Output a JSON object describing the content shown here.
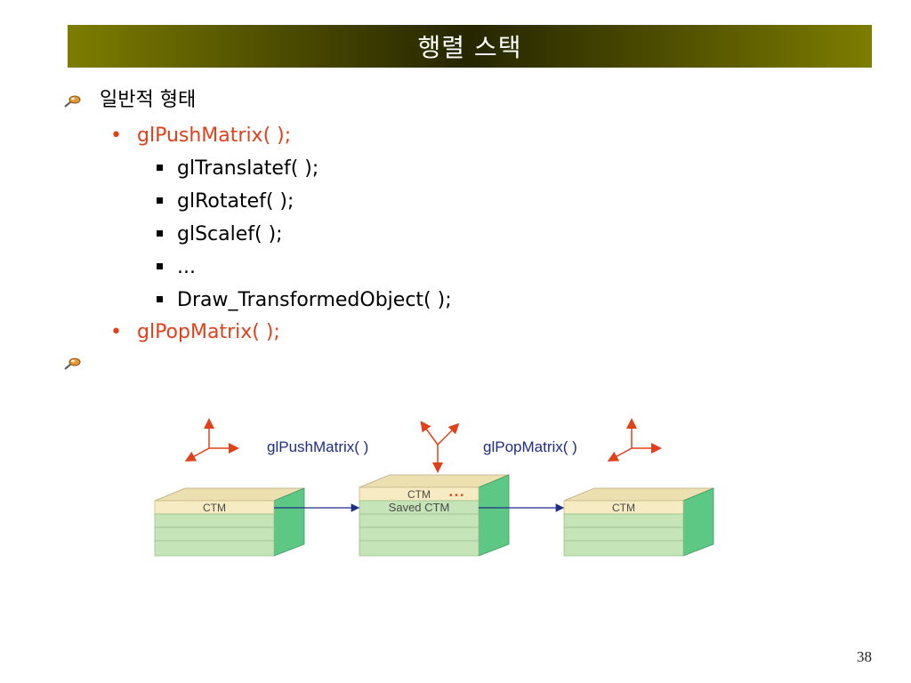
{
  "slide": {
    "title": "행렬 스택",
    "page_number": "38"
  },
  "content": {
    "heading": "일반적 형태",
    "push": "glPushMatrix( );",
    "items": [
      "glTranslatef( );",
      "glRotatef( );",
      "glScalef( );",
      "...",
      "Draw_TransformedObject( );"
    ],
    "pop": "glPopMatrix( );"
  },
  "diagram": {
    "push_label": "glPushMatrix( )",
    "pop_label": "glPopMatrix( )",
    "left_ctm": "CTM",
    "middle_ctm": "CTM",
    "middle_dots": "• • •",
    "middle_saved": "Saved CTM",
    "right_ctm": "CTM",
    "colors": {
      "top_face": "#ede0b0",
      "ctm_layer": "#f6ebc3",
      "stack_layer": "#c5e4b8",
      "side_face": "#5cc884",
      "accent": "#e0401a",
      "arrow": "#1f2d86"
    }
  }
}
